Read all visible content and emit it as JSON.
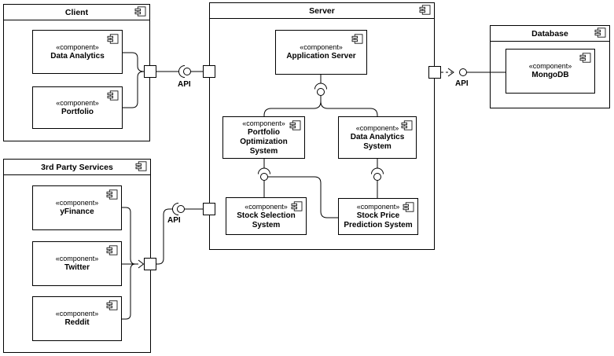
{
  "diagram": {
    "stereotype": "«component»",
    "packages": {
      "client": {
        "title": "Client"
      },
      "server": {
        "title": "Server"
      },
      "database": {
        "title": "Database"
      },
      "third_party": {
        "title": "3rd Party Services"
      }
    },
    "components": {
      "data_analytics": {
        "name": "Data Analytics"
      },
      "portfolio": {
        "name": "Portfolio"
      },
      "application_server": {
        "name": "Application Server"
      },
      "portfolio_optimization_system": {
        "name": "Portfolio Optimization System"
      },
      "data_analytics_system": {
        "name": "Data Analytics System"
      },
      "stock_selection_system": {
        "name": "Stock Selection System"
      },
      "stock_price_prediction_system": {
        "name": "Stock Price Prediction System"
      },
      "mongodb": {
        "name": "MongoDB"
      },
      "yfinance": {
        "name": "yFinance"
      },
      "twitter": {
        "name": "Twitter"
      },
      "reddit": {
        "name": "Reddit"
      }
    },
    "interfaces": {
      "client_server_api": {
        "label": "API"
      },
      "third_party_server_api": {
        "label": "API"
      },
      "server_database_api": {
        "label": "API"
      }
    },
    "colors": {
      "line": "#000000",
      "shape_fill": "#ffffff"
    }
  }
}
